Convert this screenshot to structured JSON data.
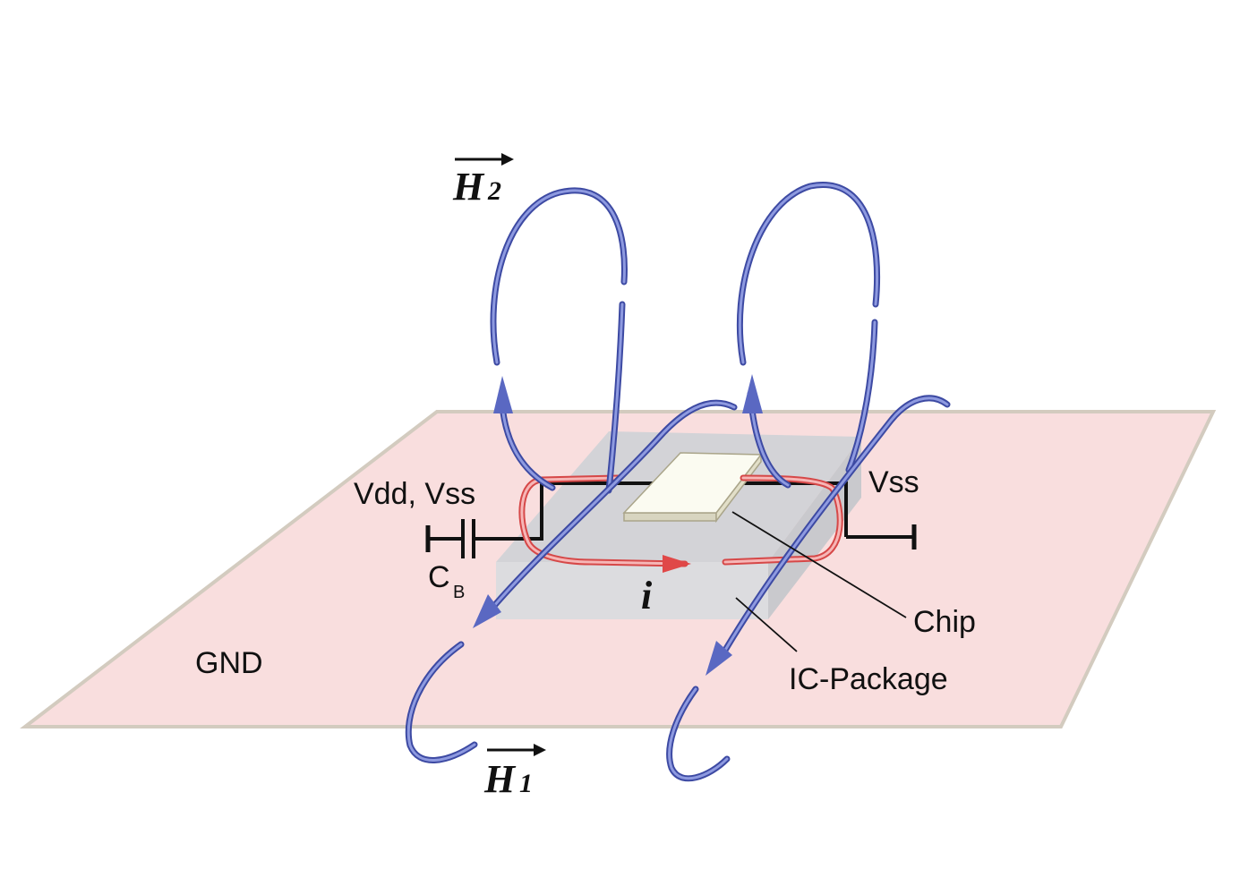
{
  "labels": {
    "h2": "H",
    "h2_sub": "2",
    "h1": "H",
    "h1_sub": "1",
    "vdd_vss": "Vdd, Vss",
    "vss": "Vss",
    "cb": "C",
    "cb_sub": "B",
    "current": "i",
    "chip": "Chip",
    "package": "IC-Package",
    "gnd": "GND"
  },
  "colors": {
    "ground_plane": "#f9dede",
    "package": "#d7d7d9",
    "chip": "#fbfbf1",
    "field_lines": "#5a68c2",
    "current_loop": "#e46a6a",
    "conductors": "#111111"
  }
}
